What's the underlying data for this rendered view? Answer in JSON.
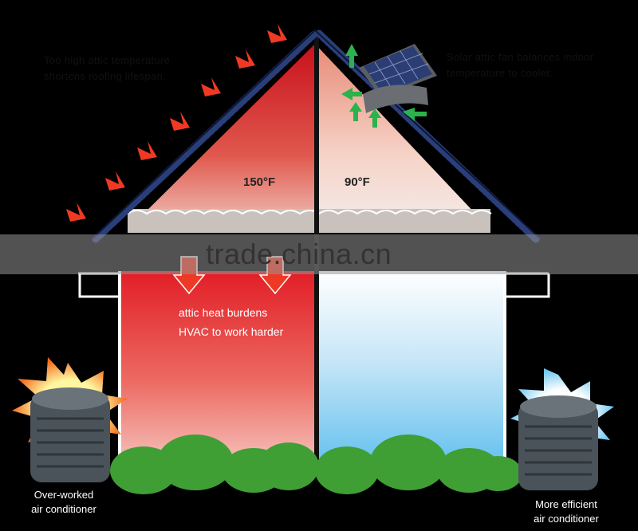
{
  "notes": {
    "left_attic": "Too high attic temperature shortens roofing lifespan.",
    "right_attic": "Solar attic fan balances indoor temperature to cooler."
  },
  "attic": {
    "left_temp": "150°F",
    "right_temp": "90°F"
  },
  "interior": {
    "left_line1": "attic heat burdens",
    "left_line2": "HVAC to work harder"
  },
  "ac_units": {
    "left_line1": "Over-worked",
    "left_line2": "air conditioner",
    "right_line1": "More efficient",
    "right_line2": "air conditioner"
  },
  "watermark": "trade.china.cn",
  "colors": {
    "hot": "#e2232a",
    "cool": "#6fc3ec",
    "arrow_hot": "#ee3a24",
    "arrow_vent": "#2bb24c",
    "bush": "#3f9f35"
  }
}
